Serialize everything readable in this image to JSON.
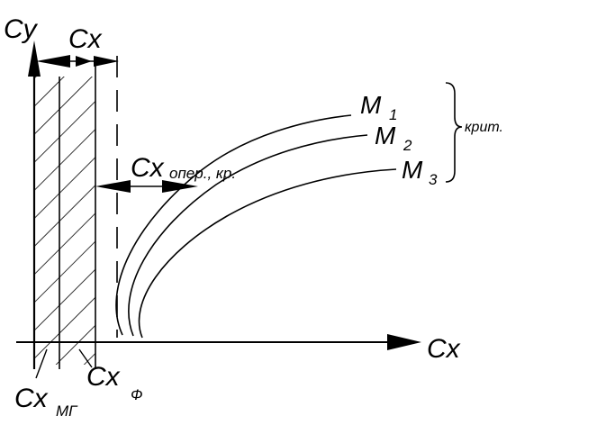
{
  "labels": {
    "y_axis": "Cy",
    "x_axis": "Cx",
    "top_width": "Cx",
    "oper": "Cx",
    "oper_sub": "опер., кр.",
    "mg": "Cx",
    "mg_sub": "МГ",
    "f": "Cx",
    "f_sub": "Ф",
    "m1": "M",
    "m1_sub": "1",
    "m2": "M",
    "m2_sub": "2",
    "m3": "M",
    "m3_sub": "3",
    "brace_note": "крит."
  },
  "curves": [
    {
      "id": "M1"
    },
    {
      "id": "M2"
    },
    {
      "id": "M3"
    }
  ],
  "colors": {
    "ink": "#000000",
    "background": "#ffffff"
  }
}
